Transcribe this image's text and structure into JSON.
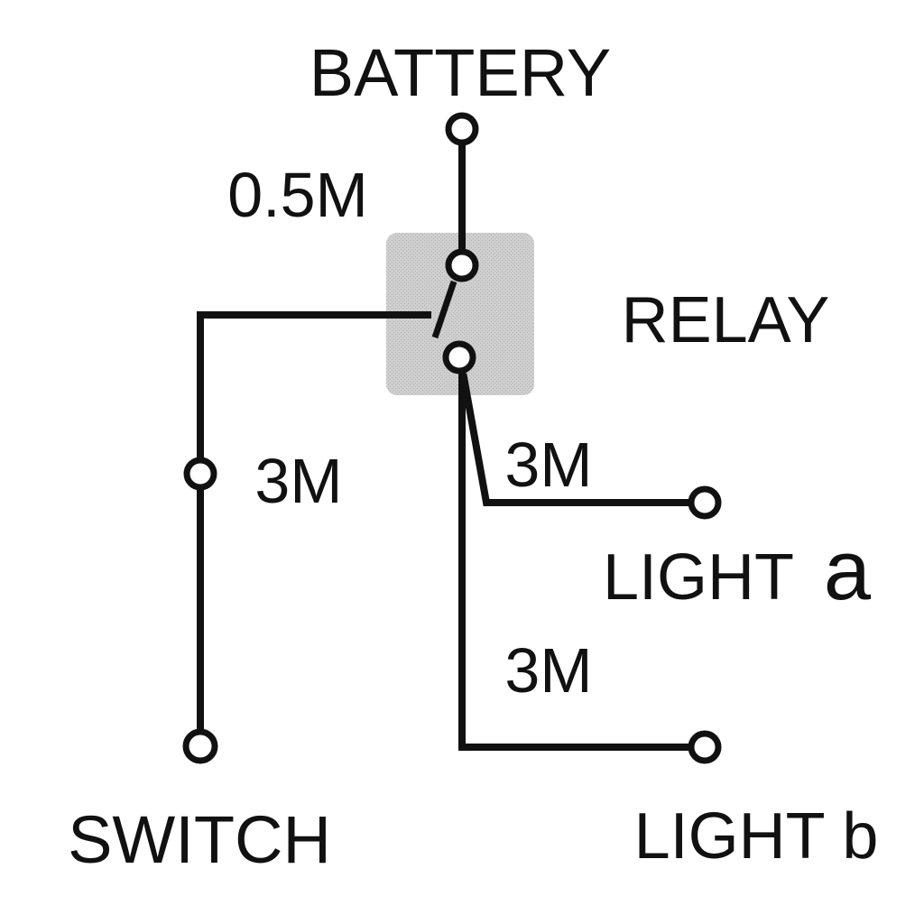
{
  "labels": {
    "battery": "BATTERY",
    "relay": "RELAY",
    "switch": "SWITCH",
    "light_a_text": "LIGHT",
    "light_a_suffix": "a",
    "light_b": "LIGHT b",
    "cable_battery": "0.5M",
    "cable_switch": "3M",
    "cable_light_a": "3M",
    "cable_light_b": "3M"
  },
  "colors": {
    "ink": "#111111",
    "relay_box": "#c8c8c8",
    "background": "#ffffff"
  }
}
